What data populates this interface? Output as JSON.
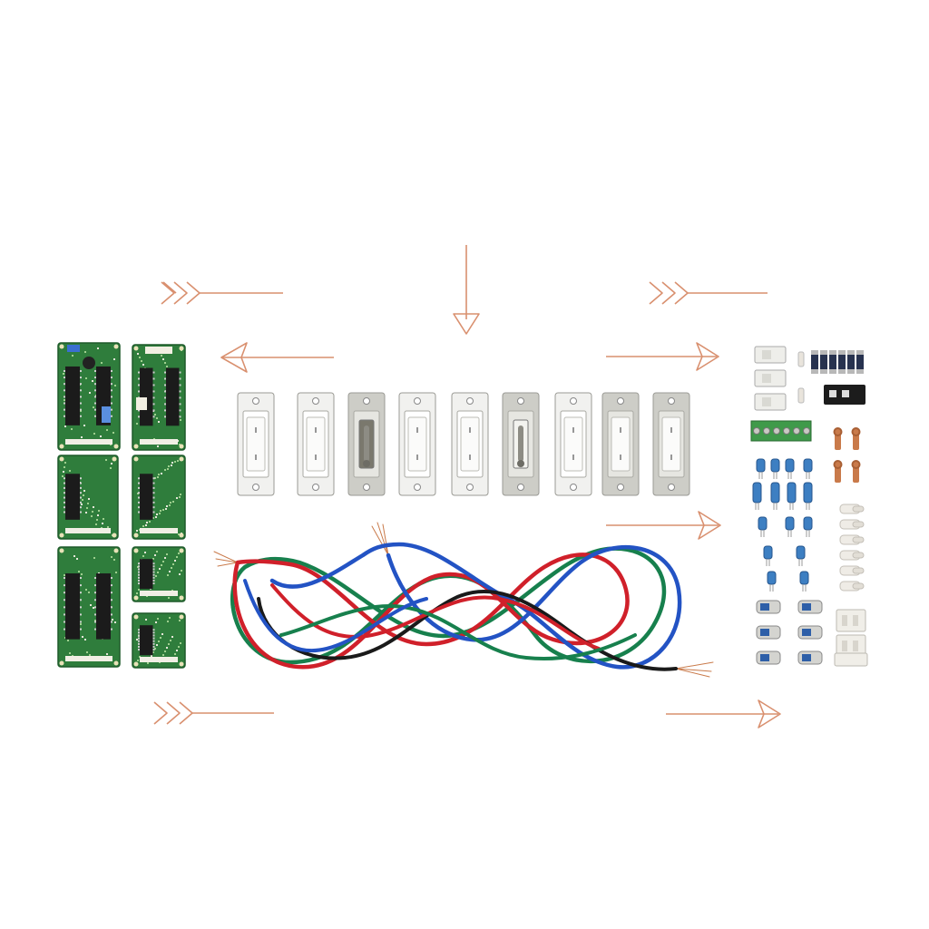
{
  "scene": {
    "description_visible_text": "",
    "colors": {
      "background": "#ffffff",
      "arrow": "#d9906f",
      "pcb": "#2f7d3c",
      "pcb_dark": "#1f5a2a",
      "chip": "#1b1b1b",
      "switch_plate": "#f1f1ef",
      "switch_steel": "#b9b9b4",
      "wire_red": "#d0202a",
      "wire_blue": "#2353c4",
      "wire_green": "#17804d",
      "wire_black": "#1a1a1a",
      "copper": "#c97a4a",
      "terminal_green": "#3f9a4a",
      "capacitor_blue": "#3d7fc2"
    },
    "groups": {
      "circuit_boards": {
        "count": 6
      },
      "wall_switches": {
        "count": 9
      },
      "wire_bundle": {
        "colors": [
          "red",
          "blue",
          "green",
          "black"
        ]
      },
      "small_components": {
        "kinds": [
          "connectors",
          "fuses",
          "terminal-block",
          "crimp-terminals",
          "capacitors",
          "rivets",
          "insulators"
        ]
      }
    },
    "arrows": [
      {
        "name": "chevron-right-top-left-icon"
      },
      {
        "name": "arrow-left-icon"
      },
      {
        "name": "arrow-down-icon"
      },
      {
        "name": "chevron-right-top-right-icon"
      },
      {
        "name": "arrow-right-upper-icon"
      },
      {
        "name": "arrow-right-middle-icon"
      },
      {
        "name": "chevron-right-bottom-left-icon"
      },
      {
        "name": "arrow-right-bottom-icon"
      }
    ]
  }
}
